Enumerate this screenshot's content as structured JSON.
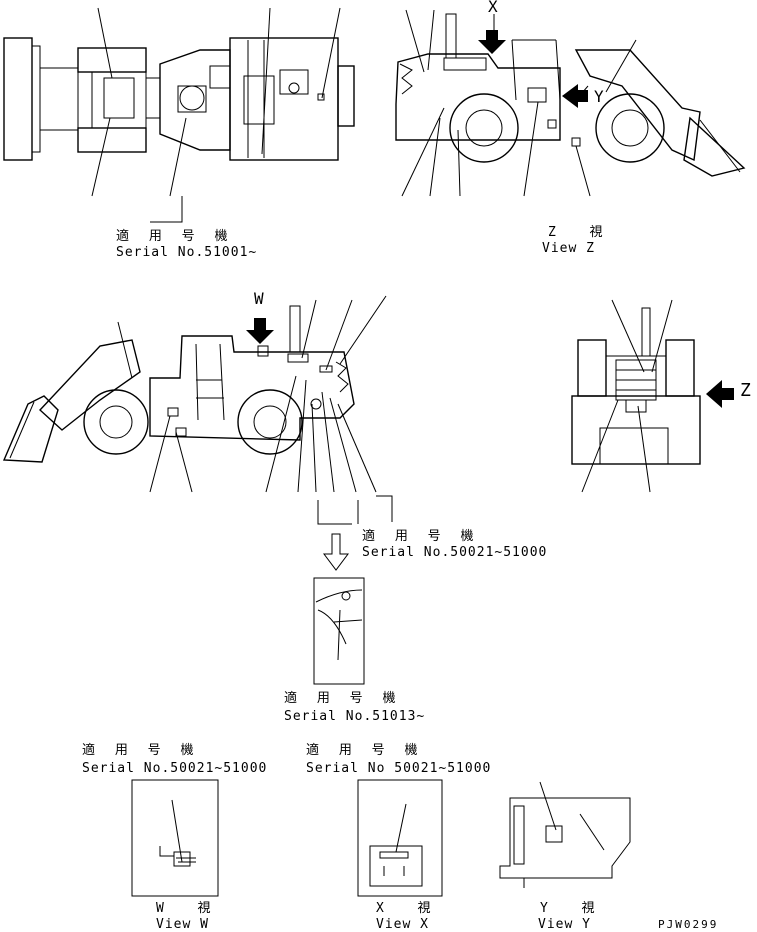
{
  "labels": {
    "serial_top_jp": "適 用 号 機",
    "serial_top": "Serial No.51001~",
    "view_z_jp": "Z  視",
    "view_z": "View Z",
    "serial_mid_jp": "適 用 号 機",
    "serial_mid": "Serial No.50021~51000",
    "serial_detail_jp": "適 用 号 機",
    "serial_detail": "Serial No.51013~",
    "serial_w_jp": "適 用 号 機",
    "serial_w": "Serial No.50021~51000",
    "serial_x_jp": "適 用 号 機",
    "serial_x": "Serial No 50021~51000",
    "view_w_jp": "W  視",
    "view_w": "View W",
    "view_x_jp": "X  視",
    "view_x": "View X",
    "view_y_jp": "Y  視",
    "view_y": "View Y",
    "arrow_w": "W",
    "arrow_x": "X",
    "arrow_y": "Y",
    "arrow_z": "Z",
    "drawing_no": "PJW0299"
  }
}
